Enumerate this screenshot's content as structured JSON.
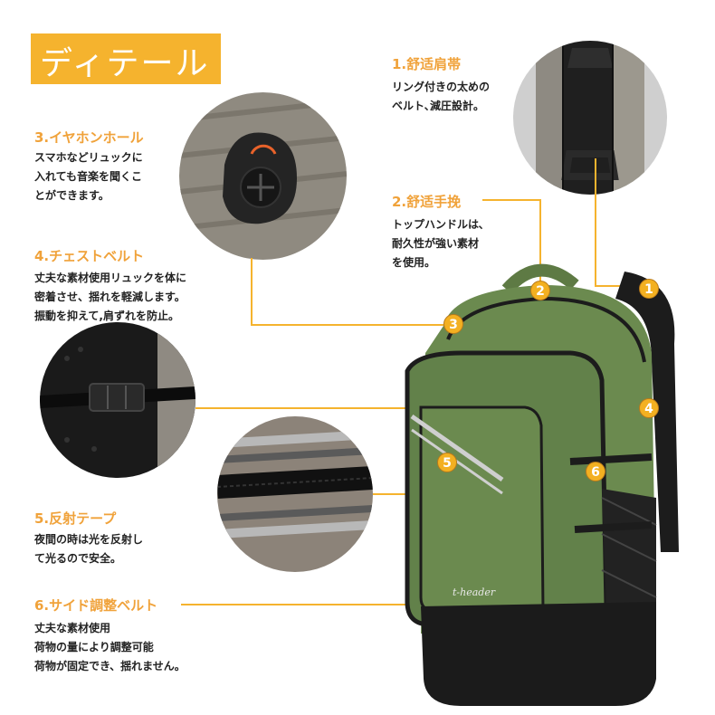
{
  "title": "ディテール",
  "features": [
    {
      "num": "1",
      "heading": "1.舒适肩帯",
      "desc": "リング付きの太めの\nベルト､減圧設計。"
    },
    {
      "num": "2",
      "heading": "2.舒适手挽",
      "desc": "トップハンドルは､\n耐久性が強い素材\nを使用。"
    },
    {
      "num": "3",
      "heading": "3.イヤホンホール",
      "desc": "スマホなどリュックに\n入れても音楽を聞くこ\nとができます。"
    },
    {
      "num": "4",
      "heading": "4.チェストベルト",
      "desc": "丈夫な素材使用リュックを体に\n密着させ、揺れを軽減します。\n振動を抑えて,肩ずれを防止。"
    },
    {
      "num": "5",
      "heading": "5.反射テープ",
      "desc": "夜間の時は光を反射し\nて光るので安全。"
    },
    {
      "num": "6",
      "heading": "6.サイド調整ベルト",
      "desc": "丈夫な素材使用\n荷物の量により調整可能\n荷物が固定でき、揺れません。"
    }
  ],
  "brand_logo_text": "t-header",
  "colors": {
    "accent": "#f5b32e",
    "heading_text": "#f0a23a",
    "backpack_green": "#6b8a4f",
    "backpack_black": "#1b1b1b"
  }
}
